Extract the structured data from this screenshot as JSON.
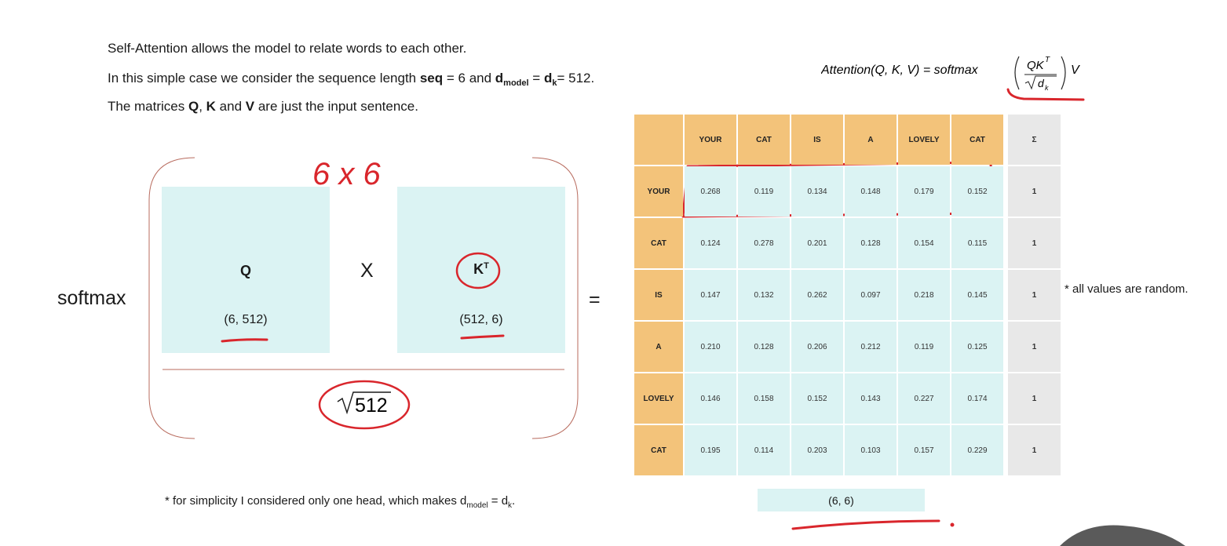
{
  "intro": {
    "line1": "Self-Attention allows the model to relate words to each other.",
    "line2_a": "In this simple case we consider the sequence length ",
    "line2_seq": "seq",
    "line2_b": " = 6 and ",
    "line2_d": "d",
    "line2_model": "model",
    "line2_c": " = ",
    "line2_dk": "d",
    "line2_k": "k",
    "line2_d_end": "= 512.",
    "line3_a": "The matrices ",
    "line3_Q": "Q",
    "line3_b": ", ",
    "line3_K": "K",
    "line3_c": " and ",
    "line3_V": "V",
    "line3_d": " are just the input sentence."
  },
  "formula": {
    "lhs": "Attention(Q, K, V) = softmax",
    "num": "QK",
    "sup": "T",
    "den_d": "d",
    "den_k": "k",
    "rhs": "V"
  },
  "left": {
    "softmax": "softmax",
    "q_label": "Q",
    "q_dims": "(6, 512)",
    "times": "X",
    "k_label": "K",
    "k_sup": "T",
    "k_dims": "(512, 6)",
    "denominator": "512",
    "annotation": "6 x 6",
    "equals": "="
  },
  "grid": {
    "columns": [
      "YOUR",
      "CAT",
      "IS",
      "A",
      "LOVELY",
      "CAT"
    ],
    "sum_header": "Σ",
    "rows": [
      {
        "label": "YOUR",
        "values": [
          "0.268",
          "0.119",
          "0.134",
          "0.148",
          "0.179",
          "0.152"
        ],
        "sum": "1"
      },
      {
        "label": "CAT",
        "values": [
          "0.124",
          "0.278",
          "0.201",
          "0.128",
          "0.154",
          "0.115"
        ],
        "sum": "1"
      },
      {
        "label": "IS",
        "values": [
          "0.147",
          "0.132",
          "0.262",
          "0.097",
          "0.218",
          "0.145"
        ],
        "sum": "1"
      },
      {
        "label": "A",
        "values": [
          "0.210",
          "0.128",
          "0.206",
          "0.212",
          "0.119",
          "0.125"
        ],
        "sum": "1"
      },
      {
        "label": "LOVELY",
        "values": [
          "0.146",
          "0.158",
          "0.152",
          "0.143",
          "0.227",
          "0.174"
        ],
        "sum": "1"
      },
      {
        "label": "CAT",
        "values": [
          "0.195",
          "0.114",
          "0.203",
          "0.103",
          "0.157",
          "0.229"
        ],
        "sum": "1"
      }
    ],
    "dims": "(6, 6)"
  },
  "notes": {
    "random": "* all values are random.",
    "simplicity_a": "* for simplicity I considered only one head, which makes d",
    "simplicity_model": "model",
    "simplicity_b": " = d",
    "simplicity_k": "k",
    "simplicity_c": "."
  },
  "colors": {
    "matrix_fill": "#dbf3f3",
    "header_fill": "#f3c37a",
    "sum_fill": "#e8e8e8",
    "annotation": "#d9262c"
  }
}
